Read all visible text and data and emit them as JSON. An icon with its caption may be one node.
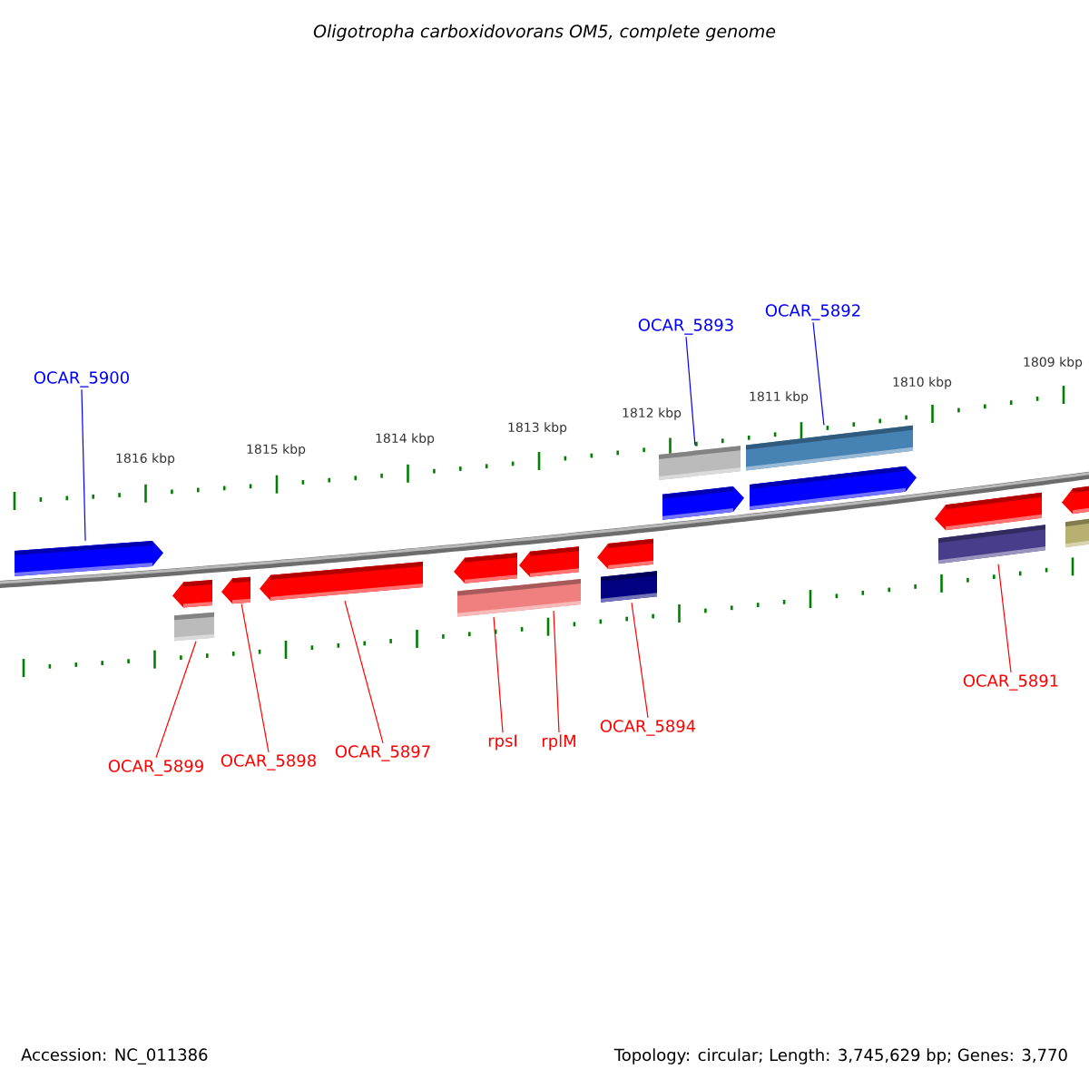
{
  "diagram": {
    "title": "Oligotropha carboxidovorans OM5, complete genome",
    "nodes": [
      {
        "text": [
          "OCAR_5900"
        ]
      },
      {
        "text": [
          "OCAR_5893"
        ]
      },
      {
        "text": [
          "OCAR_5892"
        ]
      },
      {
        "text": [
          "OCAR_5899"
        ]
      },
      {
        "text": [
          "OCAR_5898"
        ]
      },
      {
        "text": [
          "OCAR_5897"
        ]
      },
      {
        "text": [
          "rpsI"
        ]
      },
      {
        "text": [
          "rplM"
        ]
      },
      {
        "text": [
          "OCAR_5894"
        ]
      },
      {
        "text": [
          "OCAR_5891"
        ]
      },
      {
        "text": [],
        "shape": "pentagon"
      },
      {
        "text": [],
        "shape": "pentagon"
      },
      {
        "text": [],
        "shape": "pentagon"
      },
      {
        "text": [],
        "shape": "bar"
      },
      {
        "text": [],
        "shape": "bar"
      },
      {
        "text": [],
        "shape": "pentagon"
      },
      {
        "text": [],
        "shape": "pentagon"
      },
      {
        "text": [],
        "shape": "pentagon"
      },
      {
        "text": [],
        "shape": "pentagon"
      },
      {
        "text": [],
        "shape": "pentagon"
      },
      {
        "text": [],
        "shape": "pentagon"
      },
      {
        "text": [],
        "shape": "pentagon"
      },
      {
        "text": [],
        "shape": "pentagon"
      },
      {
        "text": [],
        "shape": "bar"
      },
      {
        "text": [],
        "shape": "bar"
      },
      {
        "text": [],
        "shape": "bar"
      },
      {
        "text": [],
        "shape": "bar"
      },
      {
        "text": [],
        "shape": "bar"
      },
      {
        "text": [],
        "shape": "bar"
      }
    ],
    "edges": [
      {
        "from": 0,
        "to": 10,
        "arrow": "none",
        "color": "#0000ff"
      },
      {
        "from": 1,
        "to": 13,
        "arrow": "none",
        "color": "#0000ff"
      },
      {
        "from": 2,
        "to": 14,
        "arrow": "none",
        "color": "#0000ff"
      },
      {
        "from": 3,
        "to": 23,
        "arrow": "none"
      },
      {
        "from": 4,
        "to": 16,
        "arrow": "none"
      },
      {
        "from": 5,
        "to": 17,
        "arrow": "none"
      },
      {
        "from": 6,
        "to": 24,
        "arrow": "none"
      },
      {
        "from": 7,
        "to": 25,
        "arrow": "none"
      },
      {
        "from": 8,
        "to": 26,
        "arrow": "none"
      },
      {
        "from": 9,
        "to": 27,
        "arrow": "none"
      }
    ],
    "labels": [
      "1816 kbp",
      "1815 kbp",
      "1814 kbp",
      "1813 kbp",
      "1812 kbp",
      "1811 kbp",
      "1810 kbp",
      "1809 kbp",
      "Accession: NC_011386",
      "Topology: circular; Length: 3,745,629 bp; Genes: 3,770"
    ]
  }
}
